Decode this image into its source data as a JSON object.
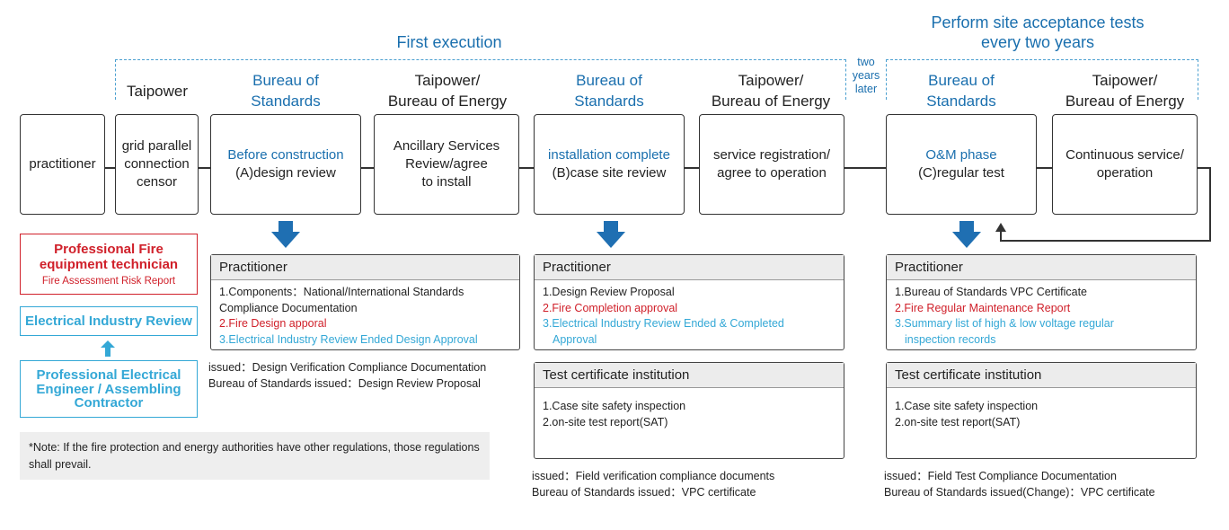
{
  "titles": {
    "first_execution": "First execution",
    "site_acceptance": "Perform site acceptance tests\nevery two years",
    "two_years_later": "two\nyears\nlater"
  },
  "headers": {
    "taipower": "Taipower",
    "bos1": "Bureau of\nStandards",
    "tpboe1": "Taipower/\nBureau of Energy",
    "bos2": "Bureau of\nStandards",
    "tpboe2": "Taipower/\nBureau of Energy",
    "bos3": "Bureau of\nStandards",
    "tpboe3": "Taipower/\nBureau of Energy"
  },
  "flow": {
    "practitioner": "practitioner",
    "grid": "grid parallel\nconnection\ncensor",
    "before_construction": "Before construction",
    "design_review": "(A)design review",
    "ancillary": "Ancillary Services\nReview/agree\nto install",
    "installation_complete": "installation complete",
    "case_site_review": "(B)case site review",
    "service_registration": "service registration/\nagree to operation",
    "om_phase": "O&M phase",
    "regular_test": "(C)regular test",
    "continuous": "Continuous service/\noperation"
  },
  "side": {
    "fire_tech": "Professional Fire\nequipment technician",
    "fire_report": "Fire Assessment Risk Report",
    "electrical_review": "Electrical Industry Review",
    "engineer": "Professional Electrical\nEngineer / Assembling\nContractor"
  },
  "note": "*Note: If the fire protection and energy authorities have other regulations, those regulations shall prevail.",
  "panelA": {
    "title": "Practitioner",
    "item1": "1.Components：National/International Standards\nCompliance Documentation",
    "item2": "2.Fire Design apporal",
    "item3": "3.Electrical Industry Review Ended Design Approval",
    "issued1": "issued：Design Verification Compliance Documentation",
    "issued2": "Bureau of Standards issued：Design Review Proposal"
  },
  "panelB": {
    "title": "Practitioner",
    "item1": "1.Design Review Proposal",
    "item2": "2.Fire Completion approval",
    "item3a": "3.Electrical Industry Review Ended & Completed",
    "item3b": "Approval",
    "cert_title": "Test certificate institution",
    "cert1": "1.Case site safety inspection",
    "cert2": "2.on-site test report(SAT)",
    "issued1": "issued：Field verification compliance documents",
    "issued2": "Bureau of Standards issued：VPC certificate"
  },
  "panelC": {
    "title": "Practitioner",
    "item1": "1.Bureau of Standards VPC Certificate",
    "item2": "2.Fire Regular Maintenance Report",
    "item3a": "3.Summary list of high & low voltage regular",
    "item3b": "inspection records",
    "cert_title": "Test certificate institution",
    "cert1": "1.Case site safety inspection",
    "cert2": "2.on-site test report(SAT)",
    "issued1": "issued：Field Test Compliance Documentation",
    "issued2": "Bureau of Standards  issued(Change)：VPC certificate"
  },
  "colors": {
    "blue": "#1a6fae",
    "red": "#d0202a",
    "cyan": "#34a8d6",
    "arrow": "#1f6fb2"
  },
  "icons": [
    "down-arrow-icon",
    "up-arrow-icon",
    "return-arrow-icon"
  ]
}
